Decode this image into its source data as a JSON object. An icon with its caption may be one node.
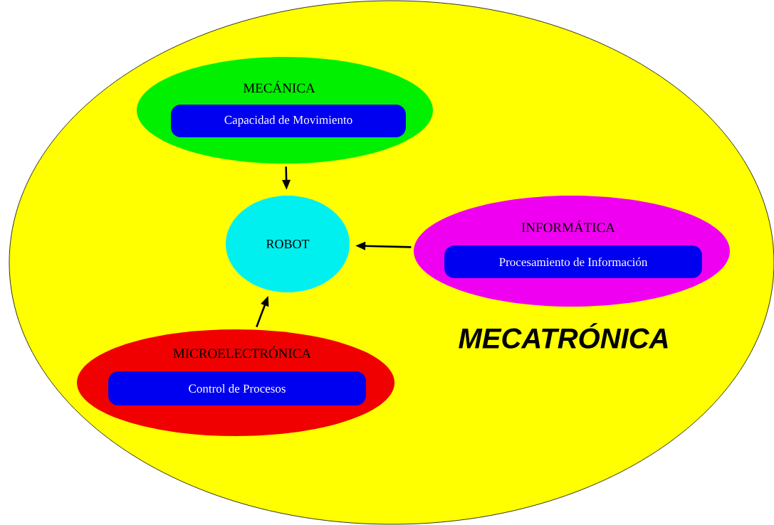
{
  "diagram": {
    "nodes": [
      {
        "text": [
          "MECATRÓNICA"
        ]
      },
      {
        "text": [
          "MECÁNICA"
        ],
        "in": 0
      },
      {
        "text": [
          "Capacidad de Movimiento"
        ],
        "in": 1
      },
      {
        "text": [
          "ROBOT"
        ],
        "in": 0
      },
      {
        "text": [
          "INFORMÁTICA"
        ],
        "in": 0
      },
      {
        "text": [
          "Procesamiento de Información"
        ],
        "in": 4
      },
      {
        "text": [
          "MICROELECTRÓNICA"
        ],
        "in": 0
      },
      {
        "text": [
          "Control de Procesos"
        ],
        "in": 6
      }
    ],
    "edges": [
      {
        "from": 1,
        "to": 3,
        "arrow": "to"
      },
      {
        "from": 4,
        "to": 3,
        "arrow": "to"
      },
      {
        "from": 6,
        "to": 3,
        "arrow": "to"
      }
    ]
  }
}
